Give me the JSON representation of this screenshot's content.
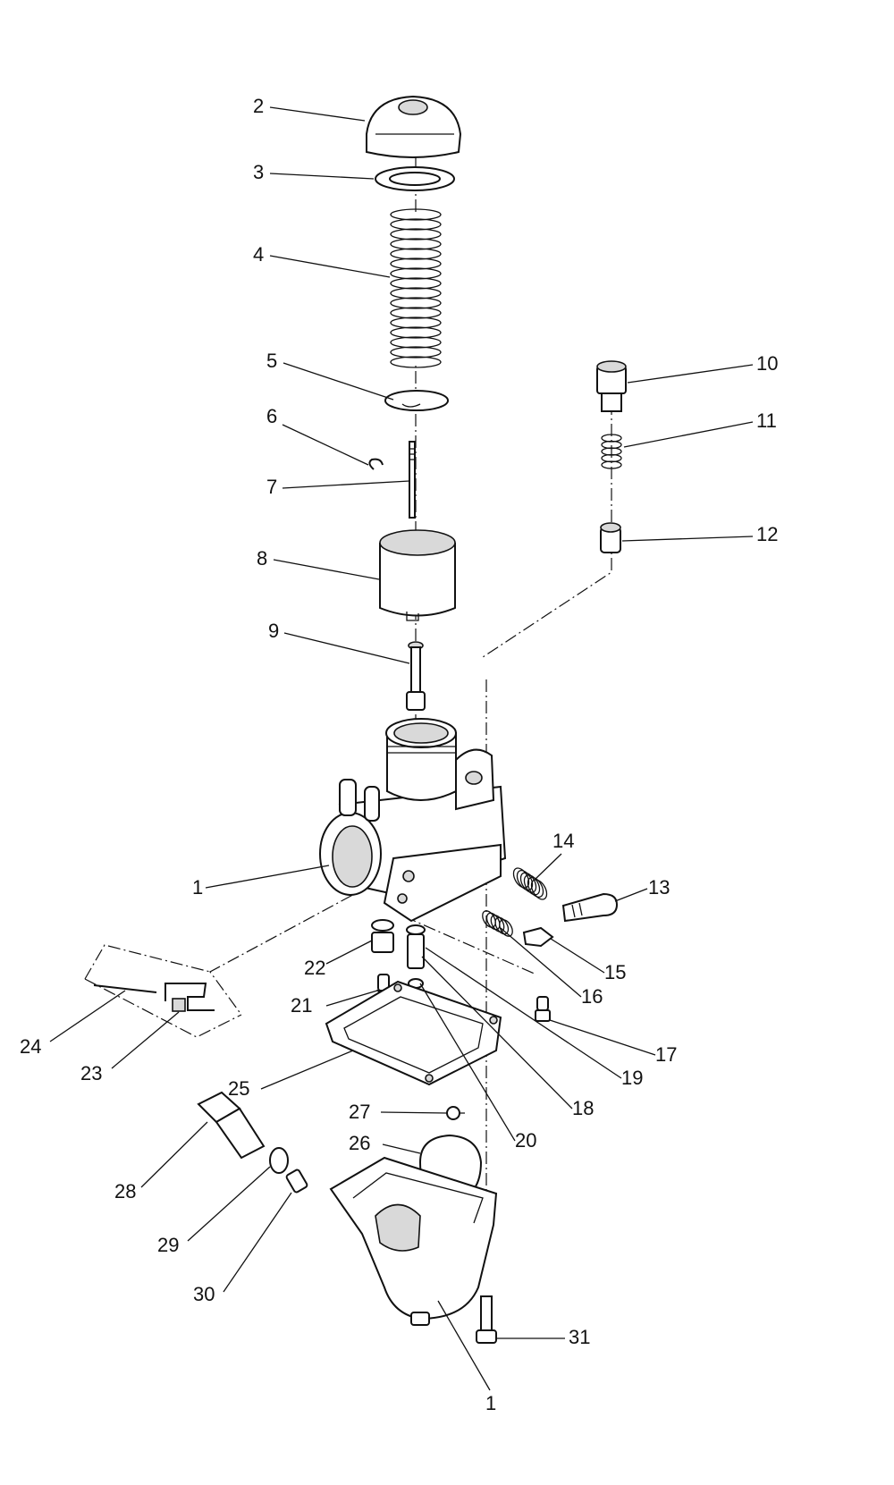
{
  "labels": [
    "1",
    "2",
    "3",
    "4",
    "5",
    "6",
    "7",
    "8",
    "9",
    "10",
    "11",
    "12",
    "13",
    "14",
    "15",
    "16",
    "17",
    "18",
    "19",
    "20",
    "21",
    "22",
    "23",
    "24",
    "25",
    "26",
    "27",
    "28",
    "29",
    "30",
    "31",
    "1"
  ],
  "footer_text": ""
}
